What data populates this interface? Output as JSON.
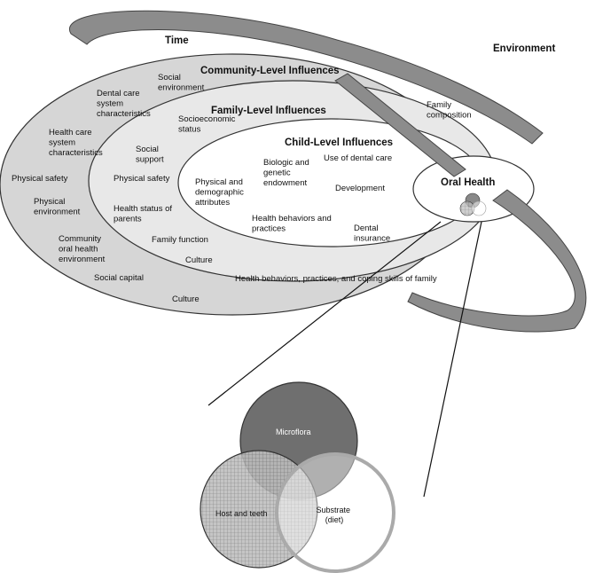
{
  "corner_labels": {
    "time": "Time",
    "environment": "Environment"
  },
  "levels": {
    "community": "Community-Level Influences",
    "family": "Family-Level Influences",
    "child": "Child-Level Influences",
    "oral_health": "Oral Health"
  },
  "community_factors": {
    "social_environment": [
      "Social",
      "environment"
    ],
    "dental_care_system": [
      "Dental care",
      "system",
      "characteristics"
    ],
    "health_care_system": [
      "Health care",
      "system",
      "characteristics"
    ],
    "physical_safety": [
      "Physical safety"
    ],
    "physical_environment": [
      "Physical",
      "environment"
    ],
    "community_oral_health": [
      "Community",
      "oral health",
      "environment"
    ],
    "social_capital": [
      "Social capital"
    ],
    "culture": [
      "Culture"
    ]
  },
  "family_factors": {
    "family_composition": [
      "Family",
      "composition"
    ],
    "socioeconomic_status": [
      "Socioeconomic",
      "status"
    ],
    "social_support": [
      "Social",
      "support"
    ],
    "physical_safety": [
      "Physical safety"
    ],
    "health_status_parents": [
      "Health status of",
      "parents"
    ],
    "family_function": [
      "Family function"
    ],
    "culture": [
      "Culture"
    ],
    "coping_skills": [
      "Health behaviors, practices, and coping skills of family"
    ]
  },
  "child_factors": {
    "biologic": [
      "Biologic and",
      "genetic",
      "endowment"
    ],
    "use_of_dental_care": [
      "Use of dental care"
    ],
    "physical_demographic": [
      "Physical and",
      "demographic",
      "attributes"
    ],
    "development": [
      "Development"
    ],
    "health_behaviors": [
      "Health behaviors and",
      "practices"
    ],
    "dental_insurance": [
      "Dental",
      "insurance"
    ]
  },
  "venn": {
    "microflora": [
      "Microflora"
    ],
    "host_and_teeth": [
      "Host and teeth"
    ],
    "substrate": [
      "Substrate",
      "(diet)"
    ]
  }
}
